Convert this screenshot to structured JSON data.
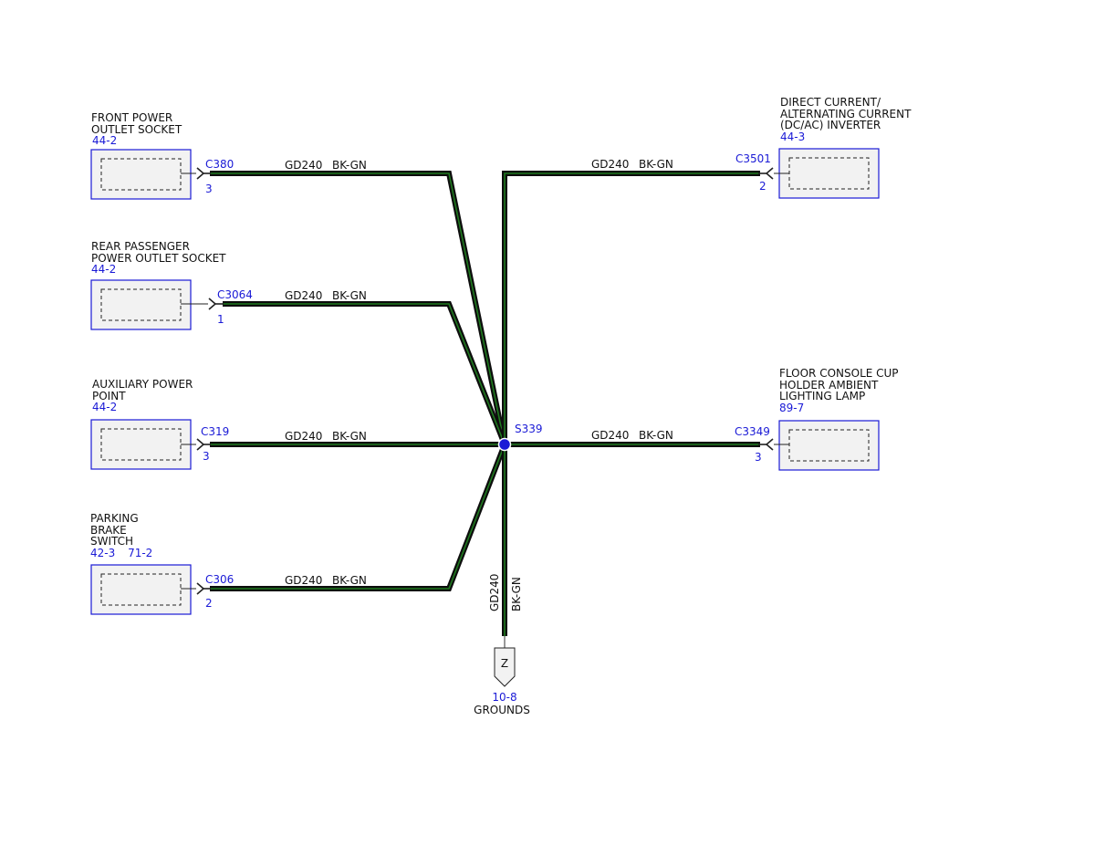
{
  "colors": {
    "wire_outer": "#0d0d0d",
    "wire_inner": "#1f7a1f",
    "accent_blue": "#1a1ad6",
    "box_fill": "#f2f2f2",
    "splice": "#1a1ad6"
  },
  "splice": {
    "id": "S339"
  },
  "wire": {
    "circuit": "GD240",
    "color": "BK-GN"
  },
  "components": {
    "front_power": {
      "name_lines": [
        "FRONT POWER",
        "OUTLET SOCKET"
      ],
      "refs": [
        "44-2"
      ],
      "connector": "C380",
      "pin": "3"
    },
    "rear_power": {
      "name_lines": [
        "REAR PASSENGER",
        "POWER OUTLET SOCKET"
      ],
      "refs": [
        "44-2"
      ],
      "connector": "C3064",
      "pin": "1"
    },
    "aux_power": {
      "name_lines": [
        "AUXILIARY POWER",
        "POINT"
      ],
      "refs": [
        "44-2"
      ],
      "connector": "C319",
      "pin": "3"
    },
    "parking_brake": {
      "name_lines": [
        "PARKING",
        "BRAKE",
        "SWITCH"
      ],
      "refs": [
        "42-3",
        "71-2"
      ],
      "connector": "C306",
      "pin": "2"
    },
    "dcac_inverter": {
      "name_lines": [
        "DIRECT CURRENT/",
        "ALTERNATING CURRENT",
        "(DC/AC) INVERTER"
      ],
      "refs": [
        "44-3"
      ],
      "connector": "C3501",
      "pin": "2"
    },
    "floor_console": {
      "name_lines": [
        "FLOOR CONSOLE CUP",
        "HOLDER AMBIENT",
        "LIGHTING LAMP"
      ],
      "refs": [
        "89-7"
      ],
      "connector": "C3349",
      "pin": "3"
    }
  },
  "ground": {
    "symbol": "Z",
    "ref": "10-8",
    "label": "GROUNDS"
  }
}
